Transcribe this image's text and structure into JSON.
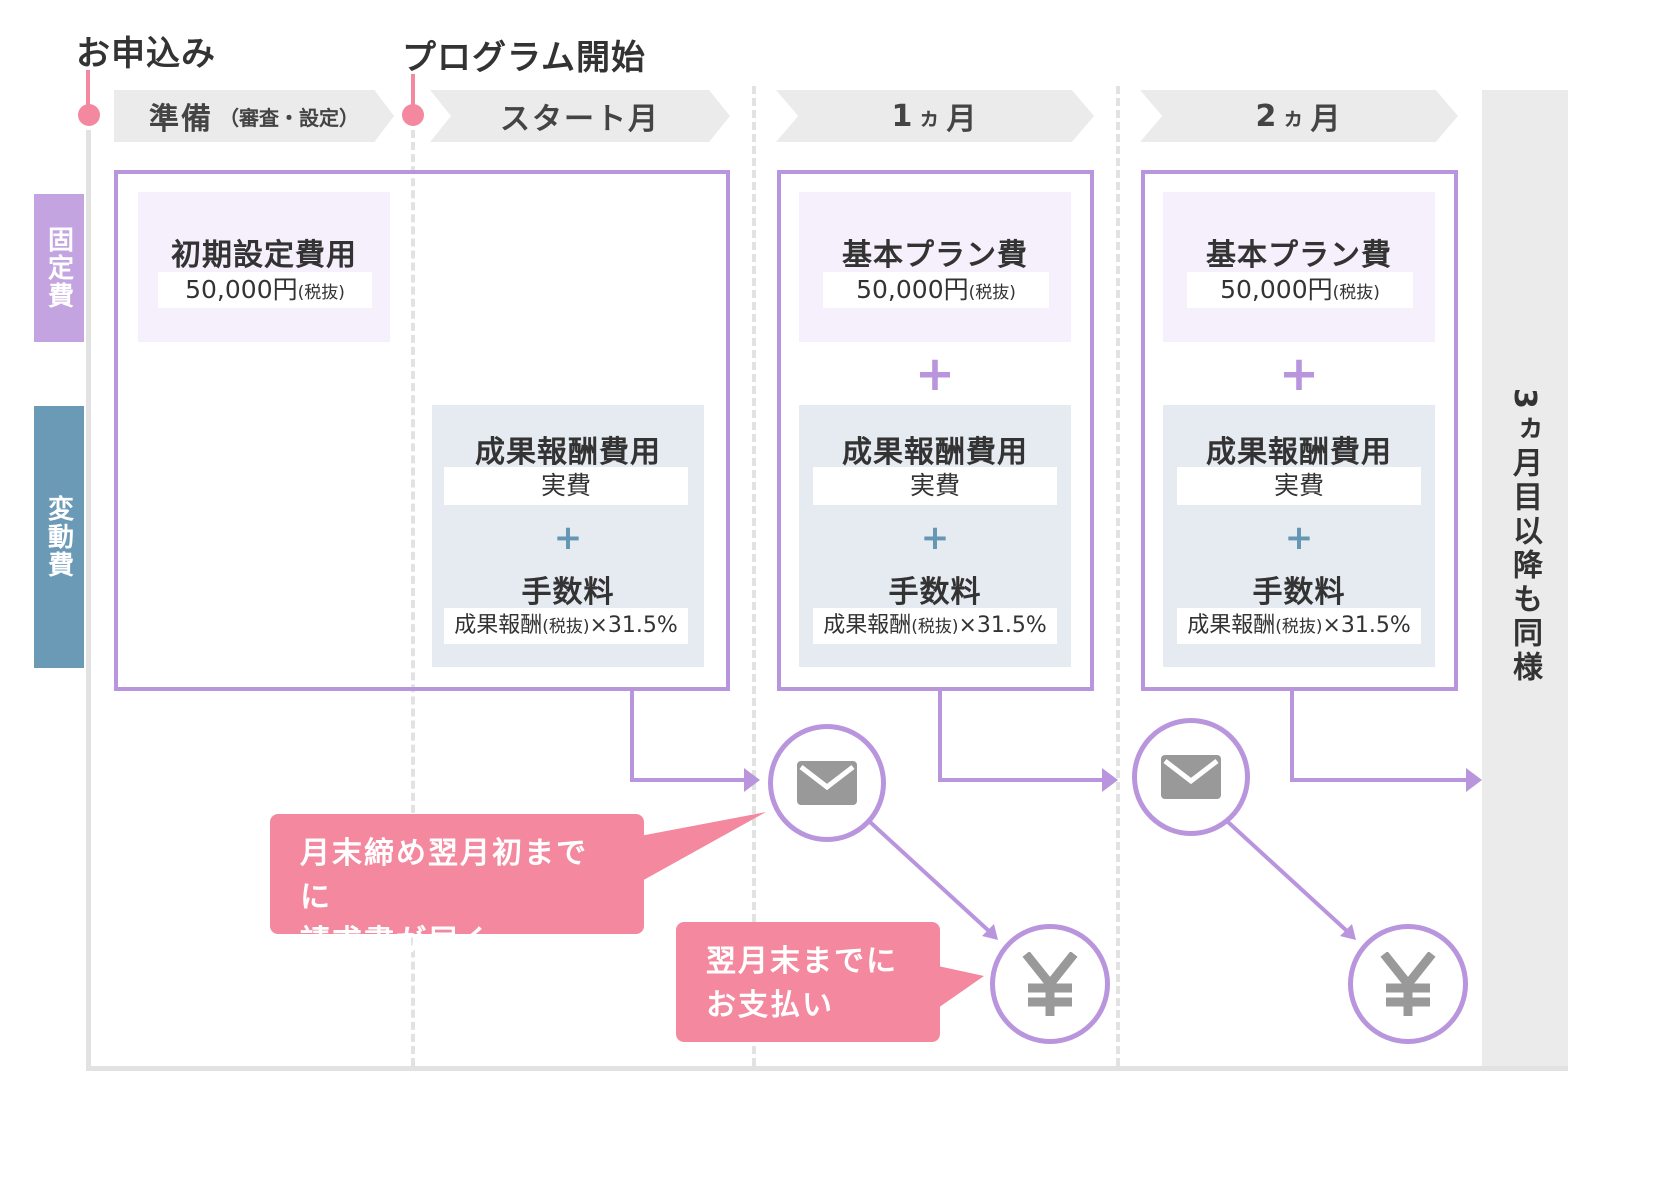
{
  "milestones": {
    "apply": "お申込み",
    "program_start": "プログラム開始"
  },
  "phases": {
    "prep_label": "準備",
    "prep_sub": "（審査・設定）",
    "start_month": "スタート月",
    "month1_num": "1",
    "month1_unit": "ヵ",
    "month1_month": "月",
    "month2_num": "2",
    "month2_unit": "ヵ",
    "month2_month": "月"
  },
  "side_labels": {
    "fixed": "固定費",
    "variable": "変動費"
  },
  "initial_fee": {
    "title": "初期設定費用",
    "amount": "50,000円",
    "tax": "(税抜)"
  },
  "basic_plan": {
    "title": "基本プラン費",
    "amount": "50,000円",
    "tax": "(税抜)"
  },
  "reward_fee": {
    "title": "成果報酬費用",
    "actual": "実費",
    "plus": "+",
    "commission_title": "手数料",
    "commission_prefix": "成果報酬",
    "commission_tax": "(税抜)",
    "commission_rate": "×31.5%"
  },
  "plus_sign": "+",
  "bubbles": {
    "invoice_line1": "月末締め翌月初までに",
    "invoice_line2": "請求書が届く",
    "payment_line1": "翌月末までに",
    "payment_line2": "お支払い"
  },
  "later_months": "3ヵ月目以降も同様",
  "icons": {
    "mail": "mail-icon",
    "yen": "yen-icon"
  },
  "colors": {
    "pink": "#f4889f",
    "purple": "#b995dd",
    "fixed_label": "#c3a3e0",
    "variable_label": "#6a9ab6",
    "phase_bg": "#ebebeb"
  }
}
